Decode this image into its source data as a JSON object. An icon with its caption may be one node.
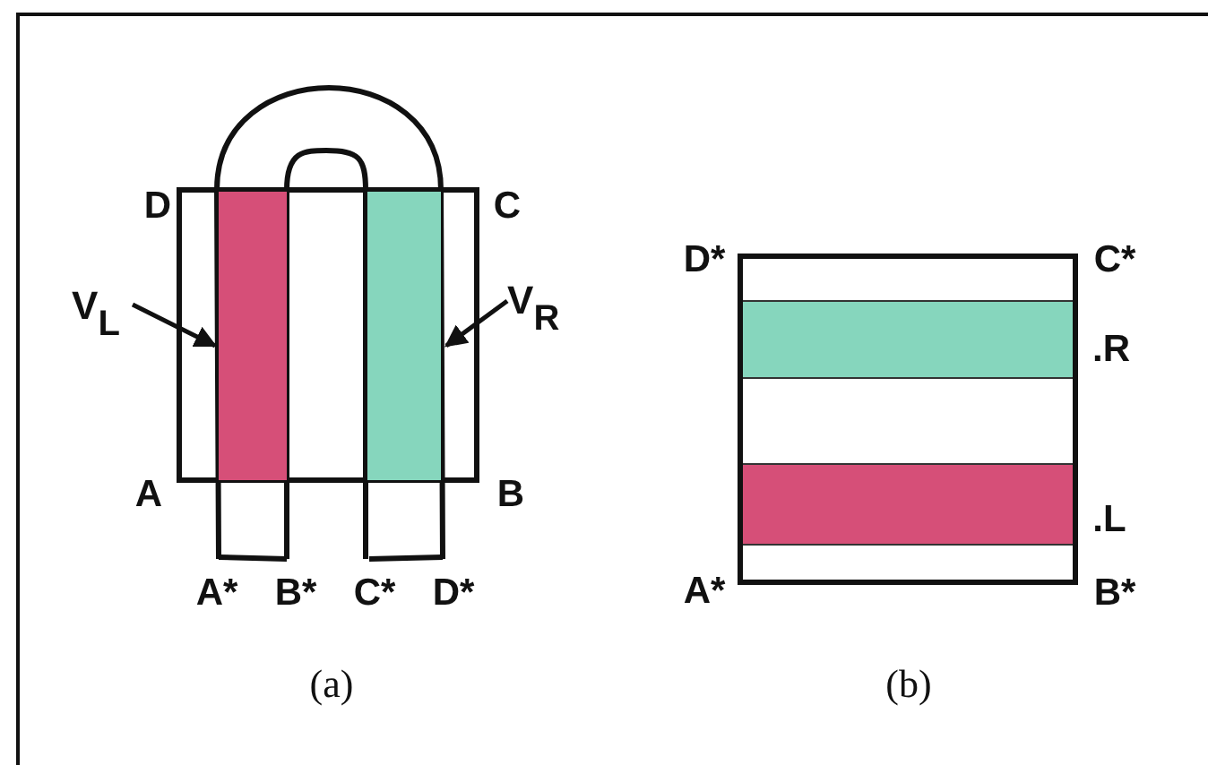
{
  "diagram": {
    "nodes": [
      {
        "text": [
          "V$_{L}$"
        ]
      },
      {
        "text": [],
        "shape": "bar"
      },
      {
        "text": [
          "V$_{R}$"
        ]
      },
      {
        "text": [],
        "shape": "bar"
      }
    ],
    "edges": [
      {
        "from": 0,
        "to": 1,
        "arrow": "to"
      },
      {
        "from": 2,
        "to": 3,
        "arrow": "to"
      }
    ],
    "labels": [
      "D",
      "C",
      "D*",
      "C*",
      ".R",
      "A",
      "B",
      ".L",
      "A*",
      "B*",
      "C*",
      "D*",
      "A*",
      "B*",
      "(a)",
      "(b)"
    ]
  }
}
